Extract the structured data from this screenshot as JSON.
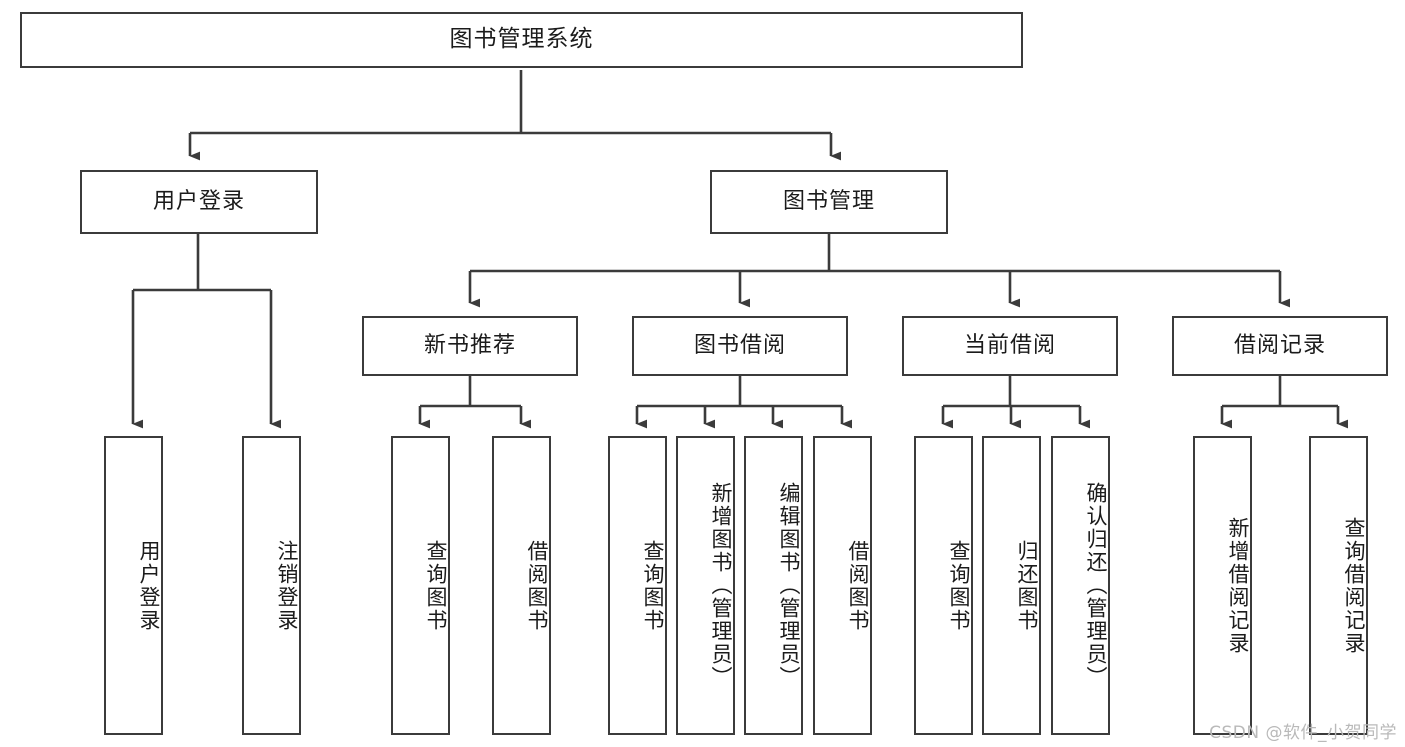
{
  "diagram": {
    "title": "图书管理系统",
    "type": "hierarchy-tree",
    "watermark": "CSDN @软件_小贺同学",
    "colors": {
      "box_border": "#3b3b3b",
      "box_fill": "#ffffff",
      "edge": "#3b3b3b",
      "text": "#1b1b1b",
      "watermark": "#b9b9b9"
    },
    "root": {
      "id": "root",
      "label": "图书管理系统"
    },
    "level2": [
      {
        "id": "user-login",
        "label": "用户登录"
      },
      {
        "id": "book-manage",
        "label": "图书管理"
      }
    ],
    "level3": [
      {
        "id": "new-book-recommend",
        "label": "新书推荐"
      },
      {
        "id": "book-borrow",
        "label": "图书借阅"
      },
      {
        "id": "current-borrow",
        "label": "当前借阅"
      },
      {
        "id": "borrow-record",
        "label": "借阅记录"
      }
    ],
    "leaves": {
      "user_login": [
        {
          "id": "leaf-user-login",
          "label": "用户登录"
        },
        {
          "id": "leaf-logout-login",
          "label": "注销登录"
        }
      ],
      "new_book_recommend": [
        {
          "id": "leaf-query-book-1",
          "label": "查询图书"
        },
        {
          "id": "leaf-borrow-book-1",
          "label": "借阅图书"
        }
      ],
      "book_borrow": [
        {
          "id": "leaf-query-book-2",
          "label": "查询图书"
        },
        {
          "id": "leaf-add-book",
          "label": "新增图书（管理员）"
        },
        {
          "id": "leaf-edit-book",
          "label": "编辑图书（管理员）"
        },
        {
          "id": "leaf-borrow-book-2",
          "label": "借阅图书"
        }
      ],
      "current_borrow": [
        {
          "id": "leaf-query-book-3",
          "label": "查询图书"
        },
        {
          "id": "leaf-return-book",
          "label": "归还图书"
        },
        {
          "id": "leaf-confirm-return",
          "label": "确认归还（管理员）"
        }
      ],
      "borrow_record": [
        {
          "id": "leaf-add-record",
          "label": "新增借阅记录"
        },
        {
          "id": "leaf-query-record",
          "label": "查询借阅记录"
        }
      ]
    }
  }
}
